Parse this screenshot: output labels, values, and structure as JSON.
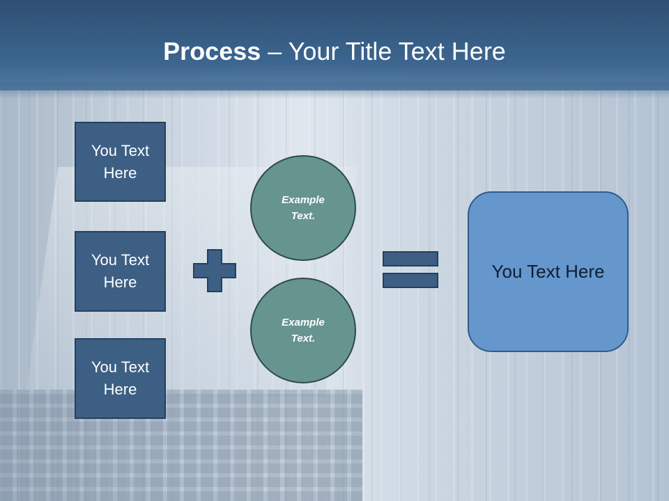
{
  "slide": {
    "title_bold": "Process",
    "title_rest": " – Your Title Text Here"
  },
  "left_boxes": [
    {
      "line1": "You Text",
      "line2": "Here"
    },
    {
      "line1": "You Text",
      "line2": "Here"
    },
    {
      "line1": "You Text",
      "line2": "Here"
    }
  ],
  "circles": [
    {
      "line1": "Example",
      "line2": "Text."
    },
    {
      "line1": "Example",
      "line2": "Text."
    }
  ],
  "result": {
    "label": "You Text Here"
  },
  "colors": {
    "header": "#3c6690",
    "box_fill": "#3d5f84",
    "circle_fill": "#66948f",
    "result_fill": "#6597cd",
    "operator_fill": "#3d5f84"
  },
  "icons": {
    "plus": "plus-sign",
    "equals": "equals-sign"
  }
}
